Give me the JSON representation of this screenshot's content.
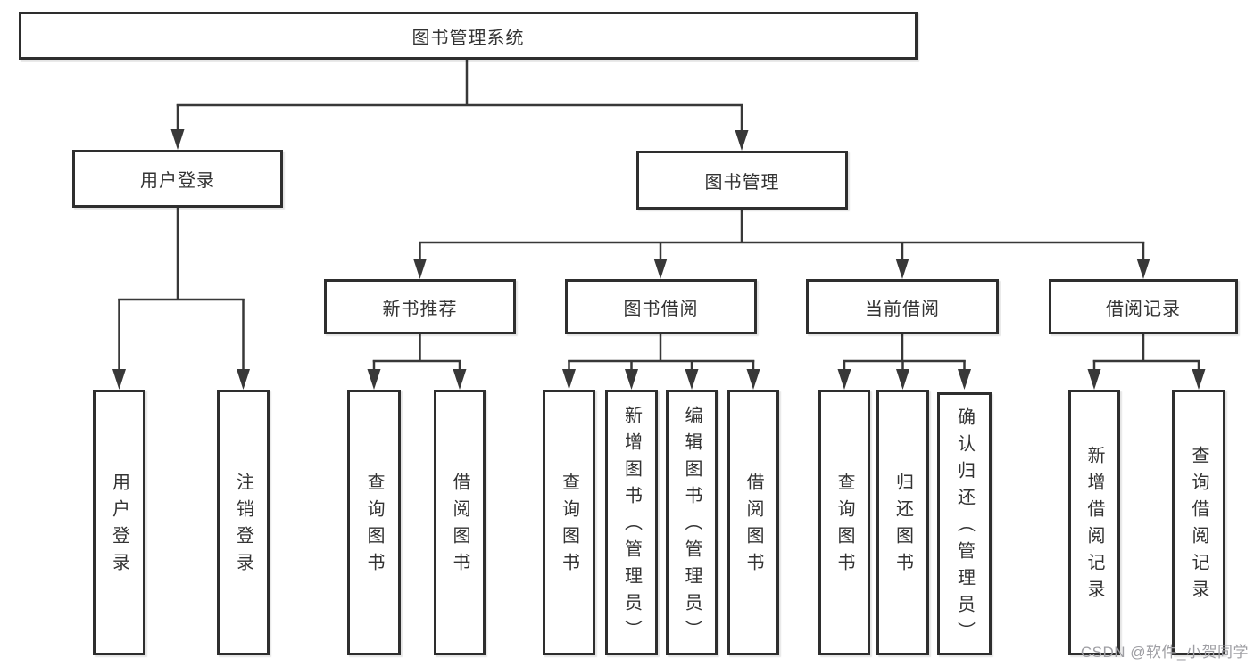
{
  "diagram": {
    "title_note": "functional structure tree",
    "root": {
      "label": "图书管理系统"
    },
    "branches": [
      {
        "label": "用户登录",
        "leaves": [
          {
            "label": "用户登录"
          },
          {
            "label": "注销登录"
          }
        ]
      },
      {
        "label": "图书管理",
        "groups": [
          {
            "label": "新书推荐",
            "leaves": [
              {
                "label": "查询图书"
              },
              {
                "label": "借阅图书"
              }
            ]
          },
          {
            "label": "图书借阅",
            "leaves": [
              {
                "label": "查询图书"
              },
              {
                "label": "新增图书（管理员）"
              },
              {
                "label": "编辑图书（管理员）"
              },
              {
                "label": "借阅图书"
              }
            ]
          },
          {
            "label": "当前借阅",
            "leaves": [
              {
                "label": "查询图书"
              },
              {
                "label": "归还图书"
              },
              {
                "label": "确认归还（管理员）"
              }
            ]
          },
          {
            "label": "借阅记录",
            "leaves": [
              {
                "label": "新增借阅记录"
              },
              {
                "label": "查询借阅记录"
              }
            ]
          }
        ]
      }
    ]
  },
  "watermark": {
    "text": "CSDN @软件_小贺同学"
  },
  "colors": {
    "line": "#383838",
    "box_border": "#2e2e2e",
    "box_fill": "#ffffff",
    "text": "#333333",
    "watermark": "#9e9ea3",
    "background": "#ffffff"
  }
}
